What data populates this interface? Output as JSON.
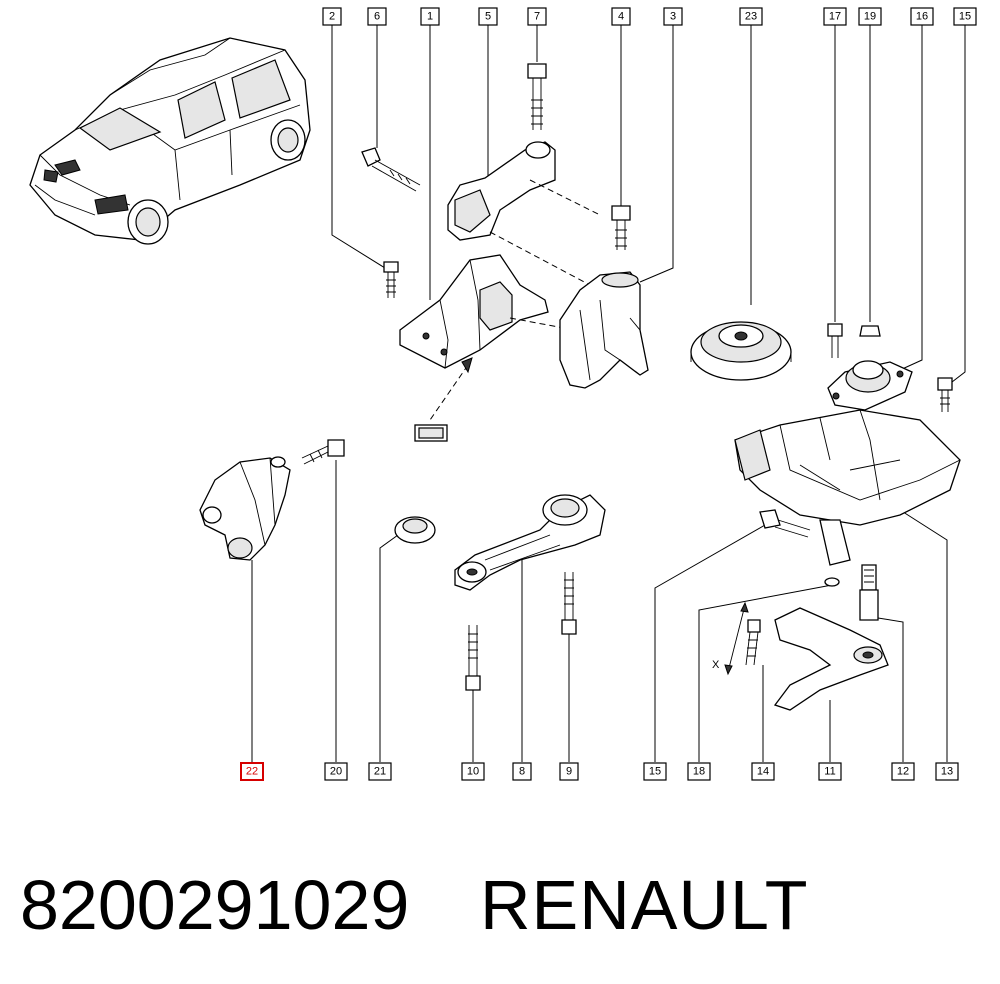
{
  "callouts": {
    "c2": "2",
    "c6": "6",
    "c1": "1",
    "c5": "5",
    "c7": "7",
    "c4": "4",
    "c3": "3",
    "c23": "23",
    "c17": "17",
    "c19": "19",
    "c16": "16",
    "c15top": "15",
    "c22": "22",
    "c20": "20",
    "c21": "21",
    "c10": "10",
    "c8": "8",
    "c9": "9",
    "c15": "15",
    "c18": "18",
    "c14": "14",
    "c11": "11",
    "c12": "12",
    "c13": "13"
  },
  "dimension_label": "X",
  "highlighted_callout": "22",
  "highlight_color": "#d60000",
  "footer": {
    "part_number": "8200291029",
    "brand": "RENAULT"
  }
}
